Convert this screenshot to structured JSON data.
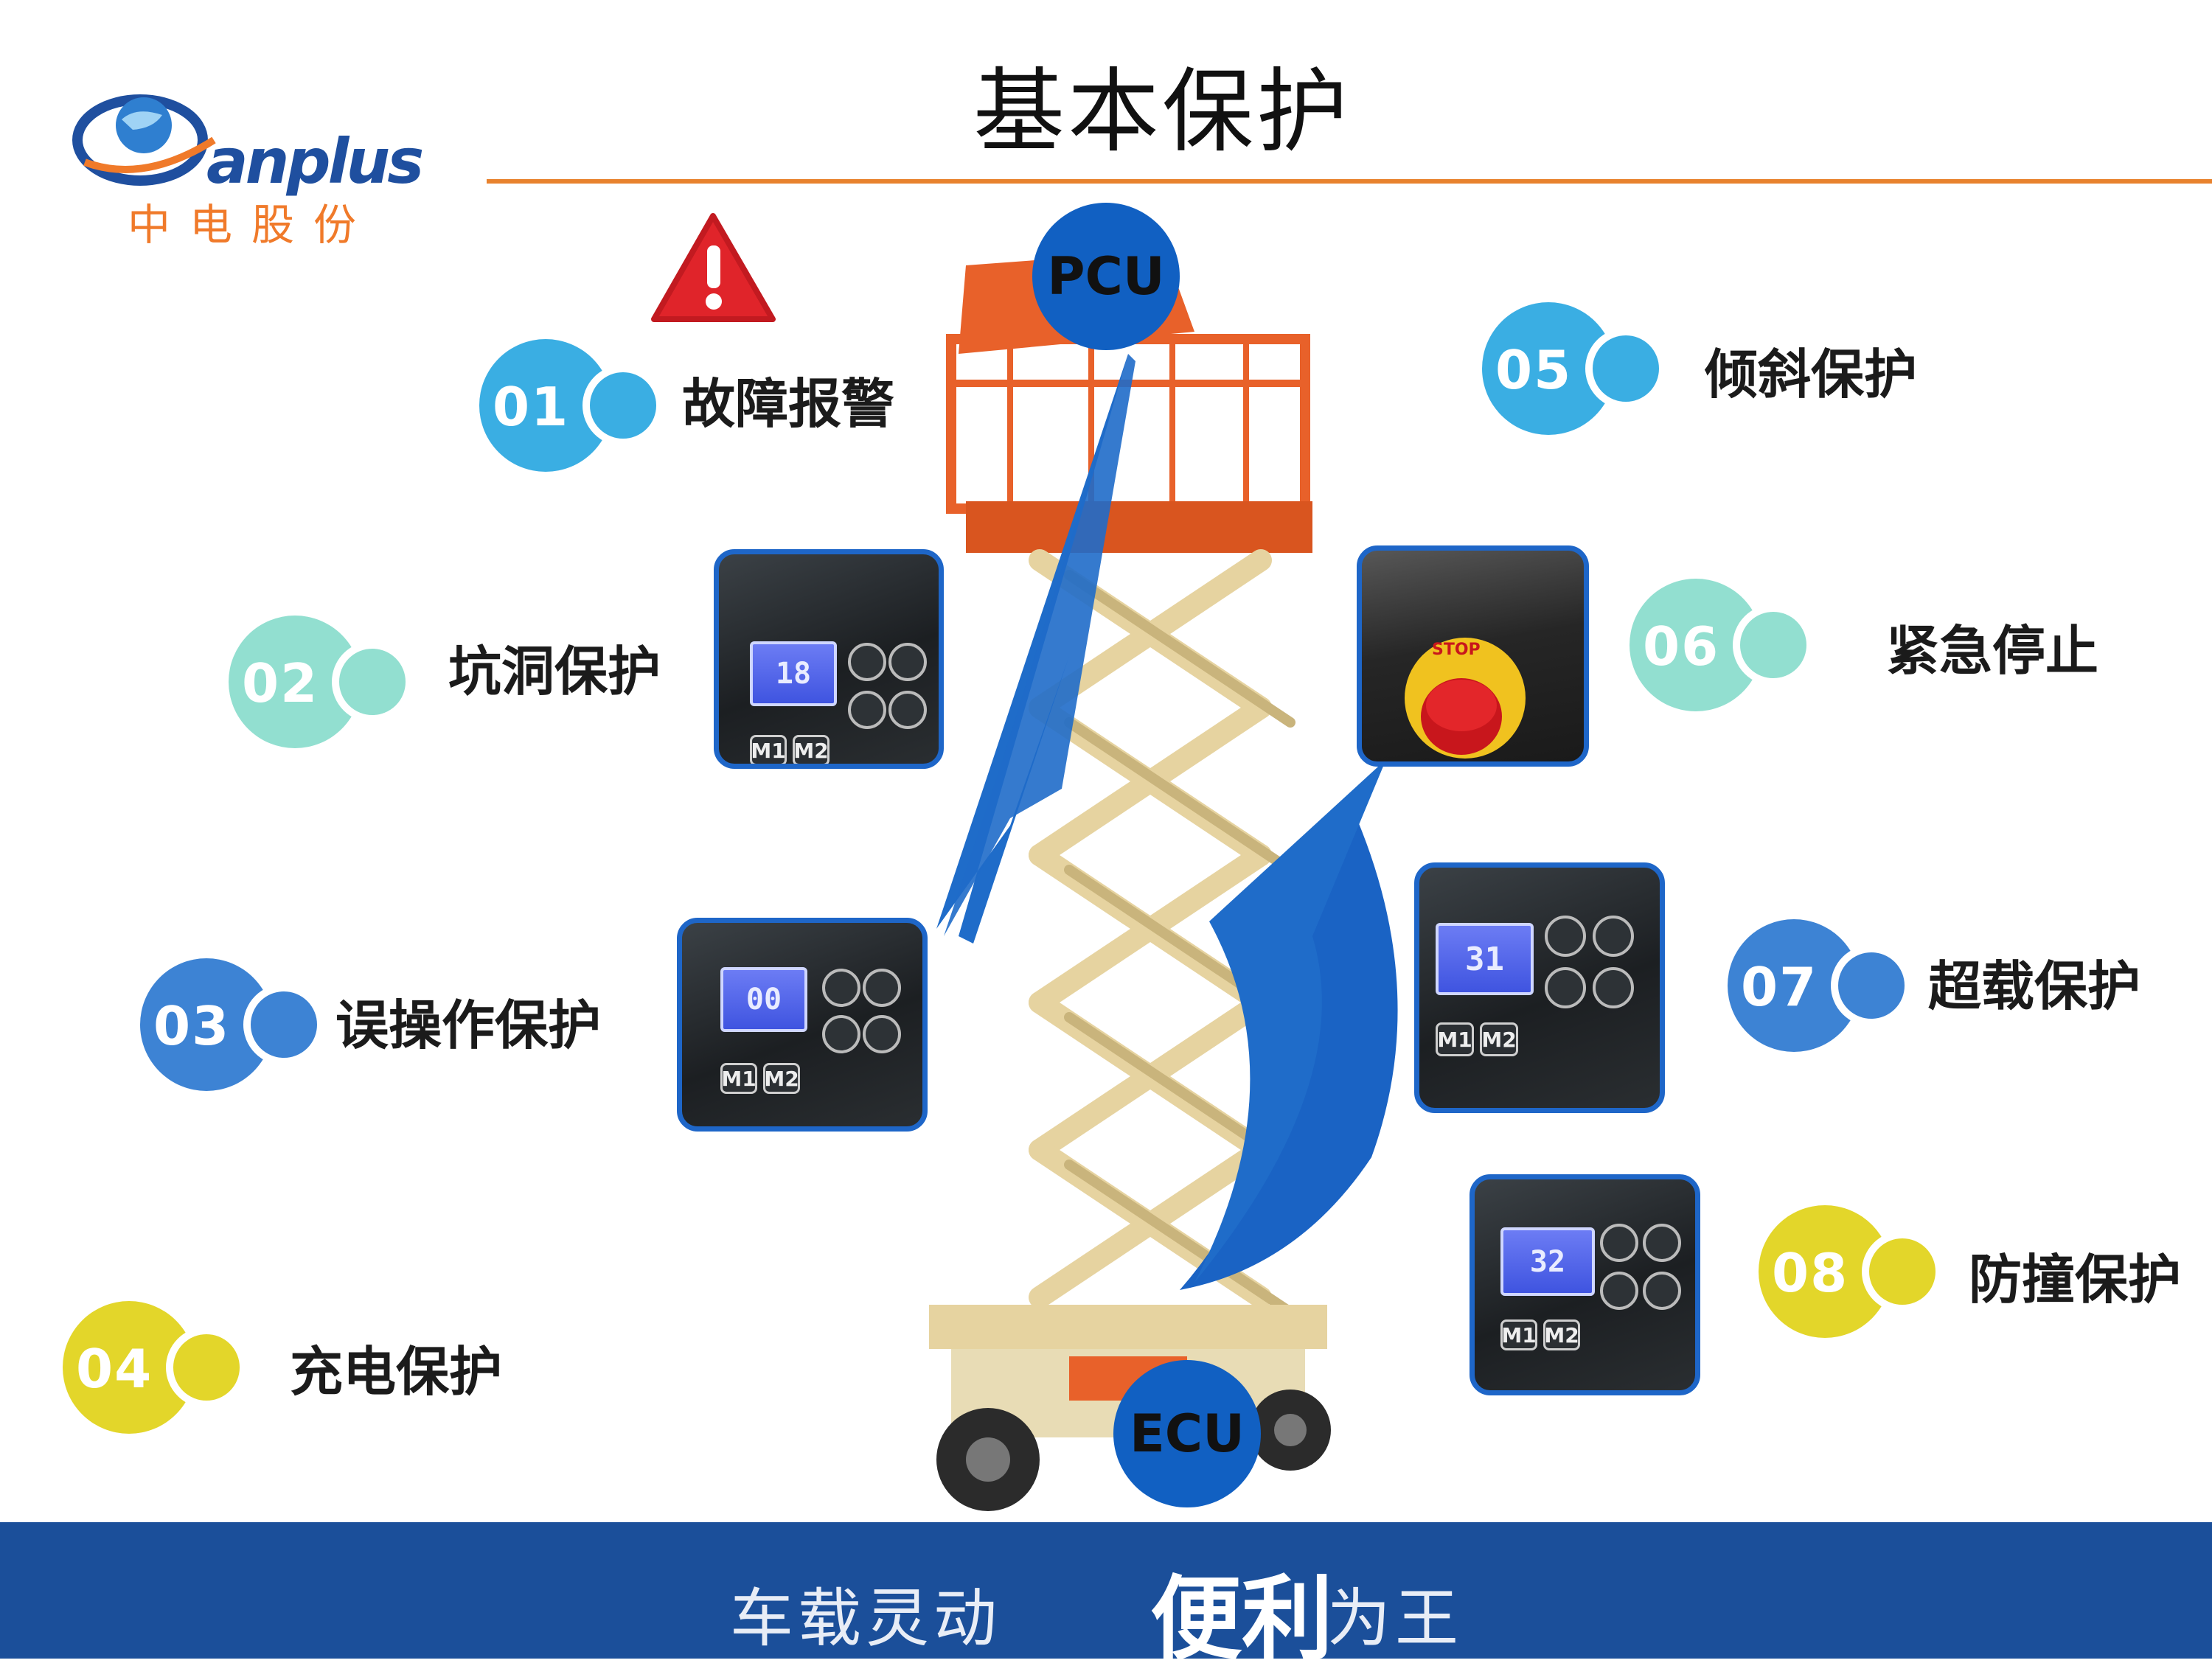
{
  "logo": {
    "word": "anplus",
    "cn": "中电股份"
  },
  "title": "基本保护",
  "colors": {
    "accent_line": "#e8822e",
    "footer": "#1b4f9a",
    "tag_blue": "#1160c2",
    "blue": "#3aaee3",
    "teal": "#92dfd0",
    "mid_blue": "#3d83d4",
    "yellow": "#e3d62a"
  },
  "features": [
    {
      "num": "01",
      "label": "故障报警"
    },
    {
      "num": "02",
      "label": "坑洞保护"
    },
    {
      "num": "03",
      "label": "误操作保护"
    },
    {
      "num": "04",
      "label": "充电保护"
    },
    {
      "num": "05",
      "label": "倾斜保护"
    },
    {
      "num": "06",
      "label": "紧急停止"
    },
    {
      "num": "07",
      "label": "超载保护"
    },
    {
      "num": "08",
      "label": "防撞保护"
    }
  ],
  "tags": {
    "pcu": "PCU",
    "ecu": "ECU"
  },
  "panels": {
    "p1_display": "18",
    "p2_display": "00",
    "p3_display": "31",
    "p4_display": "32",
    "btn_m1": "M1",
    "btn_m2": "M2",
    "stop_text": "STOP"
  },
  "footer": {
    "slogan_a": "车载灵动",
    "slogan_b": "便利",
    "slogan_c": "为王"
  }
}
